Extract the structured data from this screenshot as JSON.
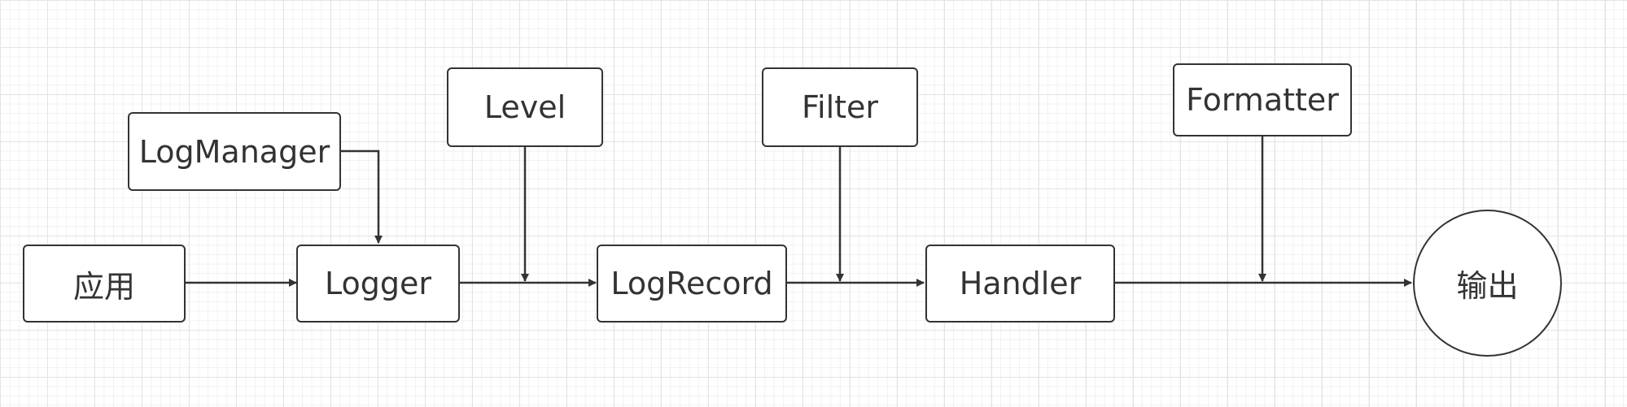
{
  "diagram": {
    "nodes": {
      "app": "应用",
      "log_manager": "LogManager",
      "logger": "Logger",
      "level": "Level",
      "log_record": "LogRecord",
      "filter": "Filter",
      "handler": "Handler",
      "formatter": "Formatter",
      "output": "输出"
    },
    "edges": [
      {
        "from": "app",
        "to": "logger"
      },
      {
        "from": "log_manager",
        "to": "logger"
      },
      {
        "from": "logger",
        "to": "log_record"
      },
      {
        "from": "level",
        "to": "logger-log_record edge"
      },
      {
        "from": "log_record",
        "to": "handler"
      },
      {
        "from": "filter",
        "to": "log_record-handler edge"
      },
      {
        "from": "handler",
        "to": "output"
      },
      {
        "from": "formatter",
        "to": "handler-output edge"
      }
    ],
    "colors": {
      "stroke": "#333333",
      "node_fill": "#ffffff",
      "grid_major": "#e4e4e4",
      "grid_minor": "#f1f1f1"
    }
  }
}
